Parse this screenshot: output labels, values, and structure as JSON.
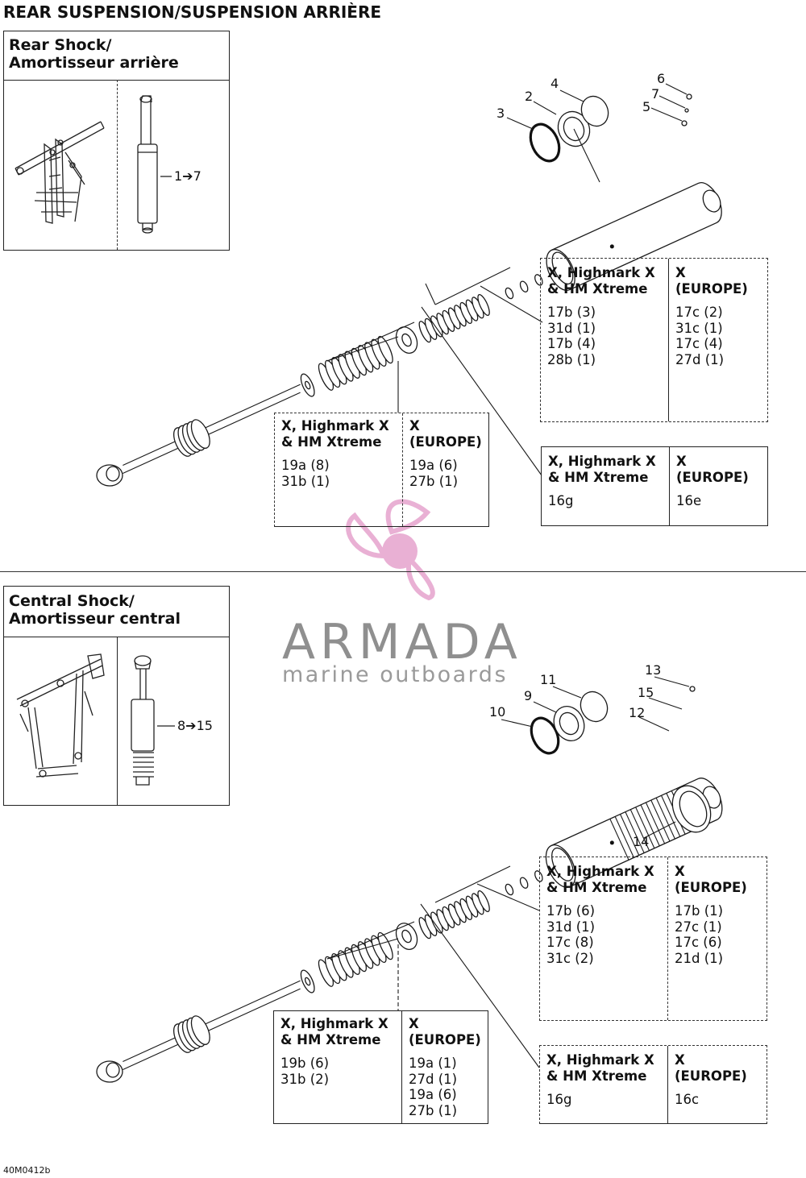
{
  "title": "REAR SUSPENSION/SUSPENSION ARRIÈRE",
  "footer_code": "40M0412b",
  "watermark": {
    "brand": "ARMADA",
    "tagline": "marine outboards",
    "colors": {
      "propeller": "#e7a8d0",
      "text": "#8f8f8f"
    }
  },
  "rear_shock": {
    "inset": {
      "title_line1": "Rear Shock/",
      "title_line2": "Amortisseur arrière",
      "range_label": "1➔7"
    },
    "callouts": [
      "2",
      "3",
      "4",
      "5",
      "6",
      "7"
    ],
    "tables": {
      "spring_large": {
        "style": "dashed",
        "columns": [
          {
            "header": [
              "X, Highmark X",
              "& HM Xtreme"
            ],
            "values": [
              "19a (8)",
              "31b (1)"
            ]
          },
          {
            "header": [
              "X",
              "(EUROPE)"
            ],
            "values": [
              "19a (6)",
              "27b (1)"
            ]
          }
        ]
      },
      "spring_small": {
        "style": "dashed",
        "columns": [
          {
            "header": [
              "X, Highmark X",
              "& HM Xtreme"
            ],
            "values": [
              "17b (3)",
              "31d (1)",
              "17b (4)",
              "28b (1)"
            ]
          },
          {
            "header": [
              "X",
              "(EUROPE)"
            ],
            "values": [
              "17c (2)",
              "31c (1)",
              "17c (4)",
              "27d (1)"
            ]
          }
        ]
      },
      "piston": {
        "style": "solid",
        "columns": [
          {
            "header": [
              "X, Highmark X",
              "& HM Xtreme"
            ],
            "values": [
              "16g"
            ]
          },
          {
            "header": [
              "X",
              "(EUROPE)"
            ],
            "values": [
              "16e"
            ]
          }
        ]
      }
    }
  },
  "central_shock": {
    "inset": {
      "title_line1": "Central Shock/",
      "title_line2": "Amortisseur central",
      "range_label": "8➔15"
    },
    "callouts": [
      "9",
      "10",
      "11",
      "12",
      "13",
      "14",
      "15"
    ],
    "tables": {
      "spring_large": {
        "style": "solid",
        "columns": [
          {
            "header": [
              "X, Highmark X",
              "& HM Xtreme"
            ],
            "values": [
              "19b (6)",
              "31b (2)"
            ]
          },
          {
            "header": [
              "X",
              "(EUROPE)"
            ],
            "values": [
              "19a (1)",
              "27d (1)",
              "19a (6)",
              "27b (1)"
            ]
          }
        ]
      },
      "spring_small": {
        "style": "dashed",
        "columns": [
          {
            "header": [
              "X, Highmark X",
              "& HM Xtreme"
            ],
            "values": [
              "17b (6)",
              "31d (1)",
              "17c (8)",
              "31c (2)"
            ]
          },
          {
            "header": [
              "X",
              "(EUROPE)"
            ],
            "values": [
              "17b (1)",
              "27c (1)",
              "17c (6)",
              "21d (1)"
            ]
          }
        ]
      },
      "piston": {
        "style": "dashed",
        "columns": [
          {
            "header": [
              "X, Highmark X",
              "& HM Xtreme"
            ],
            "values": [
              "16g"
            ]
          },
          {
            "header": [
              "X",
              "(EUROPE)"
            ],
            "values": [
              "16c"
            ]
          }
        ]
      }
    }
  }
}
